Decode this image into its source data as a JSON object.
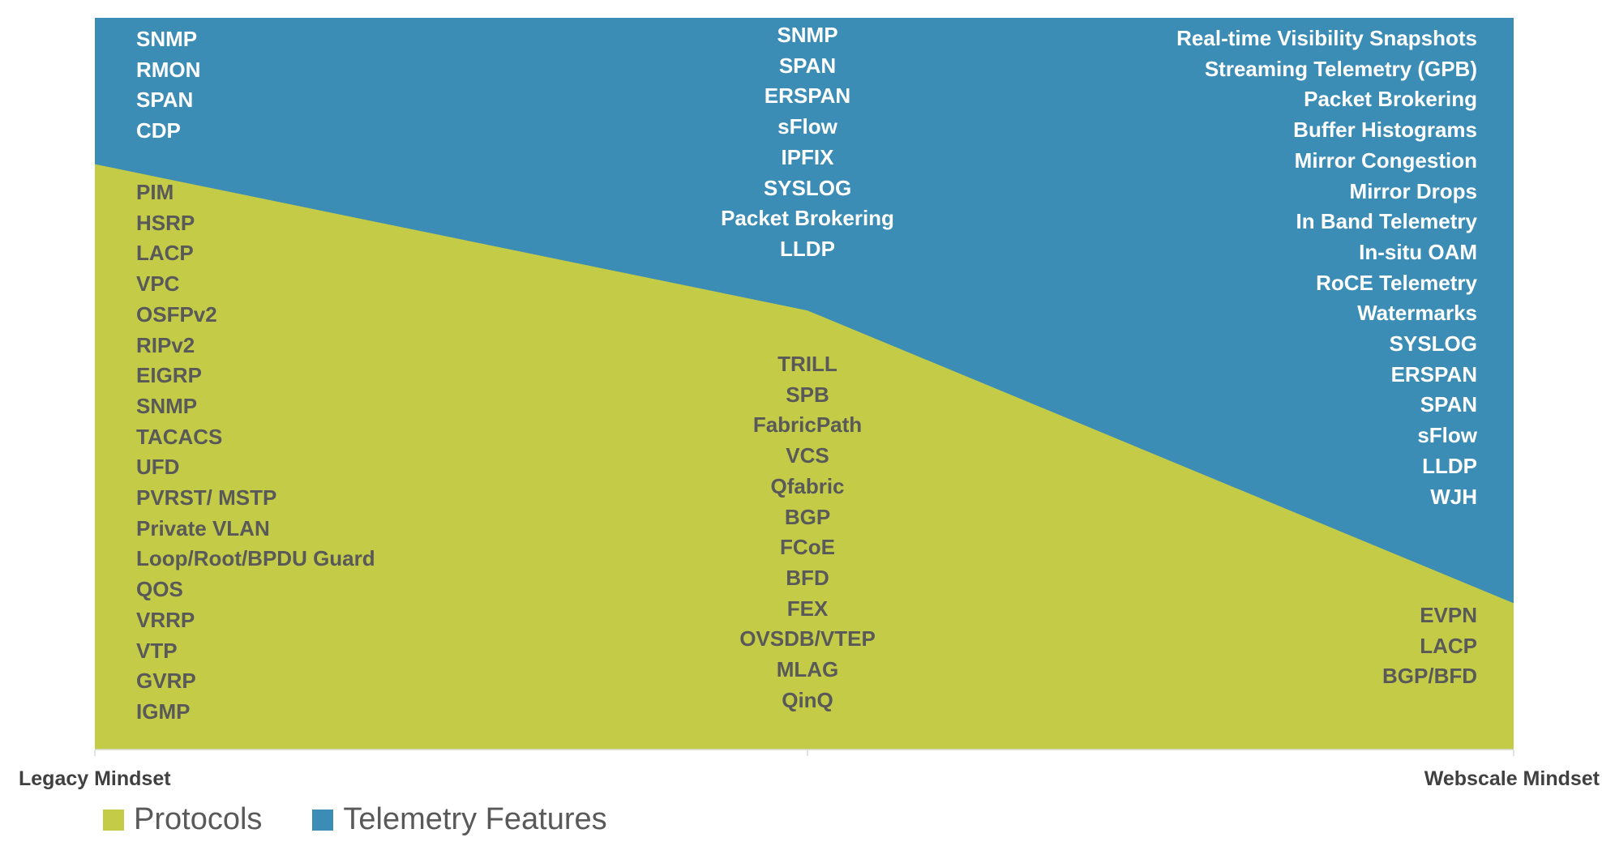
{
  "chart_data": {
    "type": "area",
    "x_labels": [
      "Legacy Mindset",
      "Webscale Mindset"
    ],
    "series": [
      {
        "name": "Protocols",
        "color": "#c3cb47"
      },
      {
        "name": "Telemetry Features",
        "color": "#3c8db5"
      }
    ],
    "stages": [
      {
        "protocols_share": 0.8,
        "telemetry": [
          "SNMP",
          "RMON",
          "SPAN",
          "CDP"
        ],
        "protocols": [
          "PIM",
          "HSRP",
          "LACP",
          "VPC",
          "OSFPv2",
          "RIPv2",
          "EIGRP",
          "SNMP",
          "TACACS",
          "UFD",
          "PVRST/ MSTP",
          "Private VLAN",
          "Loop/Root/BPDU Guard",
          "QOS",
          "VRRP",
          "VTP",
          "GVRP",
          "IGMP"
        ]
      },
      {
        "protocols_share": 0.6,
        "telemetry": [
          "SNMP",
          "SPAN",
          "ERSPAN",
          "sFlow",
          "IPFIX",
          "SYSLOG",
          "Packet Brokering",
          "LLDP"
        ],
        "protocols": [
          "TRILL",
          "SPB",
          "FabricPath",
          "VCS",
          "Qfabric",
          "BGP",
          "FCoE",
          "BFD",
          "FEX",
          "OVSDB/VTEP",
          "MLAG",
          "QinQ"
        ]
      },
      {
        "protocols_share": 0.2,
        "telemetry": [
          "Real-time Visibility Snapshots",
          "Streaming Telemetry (GPB)",
          "Packet Brokering",
          "Buffer Histograms",
          "Mirror Congestion",
          "Mirror Drops",
          "In Band Telemetry",
          "In-situ OAM",
          "RoCE Telemetry",
          "Watermarks",
          "SYSLOG",
          "ERSPAN",
          "SPAN",
          "sFlow",
          "LLDP",
          "WJH"
        ],
        "protocols": [
          "EVPN",
          "LACP",
          "BGP/BFD"
        ]
      }
    ]
  }
}
